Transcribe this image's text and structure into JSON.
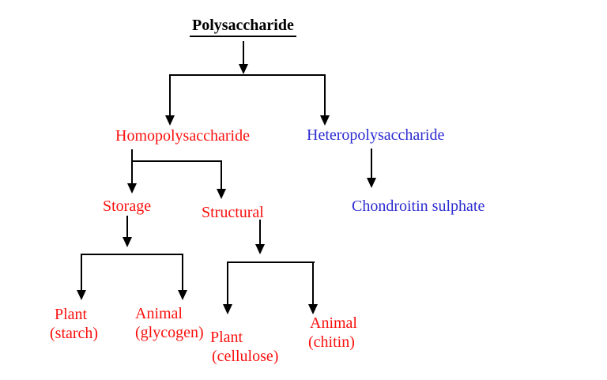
{
  "title": "Polysaccharide",
  "colors": {
    "red_node": "#fa100d",
    "blue_node": "#2d2dd1",
    "connector": "#000000"
  },
  "nodes": {
    "homopolysaccharide": {
      "label": "Homopolysaccharide"
    },
    "heteropolysaccharide": {
      "label": "Heteropolysaccharide"
    },
    "storage": {
      "label": "Storage"
    },
    "structural": {
      "label": "Structural"
    },
    "chondroitin_sulphate": {
      "label": "Chondroitin sulphate"
    },
    "plant_starch": {
      "line1": "Plant",
      "line2": "(starch)"
    },
    "animal_glycogen": {
      "line1": "Animal",
      "line2": "(glycogen)"
    },
    "plant_cellulose": {
      "line1": "Plant",
      "line2": "(cellulose)"
    },
    "animal_chitin": {
      "line1": "Animal",
      "line2": "(chitin)"
    }
  },
  "hierarchy": {
    "Polysaccharide": [
      "Homopolysaccharide",
      "Heteropolysaccharide"
    ],
    "Homopolysaccharide": [
      "Storage",
      "Structural"
    ],
    "Heteropolysaccharide": [
      "Chondroitin sulphate"
    ],
    "Storage": [
      "Plant (starch)",
      "Animal (glycogen)"
    ],
    "Structural": [
      "Plant (cellulose)",
      "Animal (chitin)"
    ]
  }
}
